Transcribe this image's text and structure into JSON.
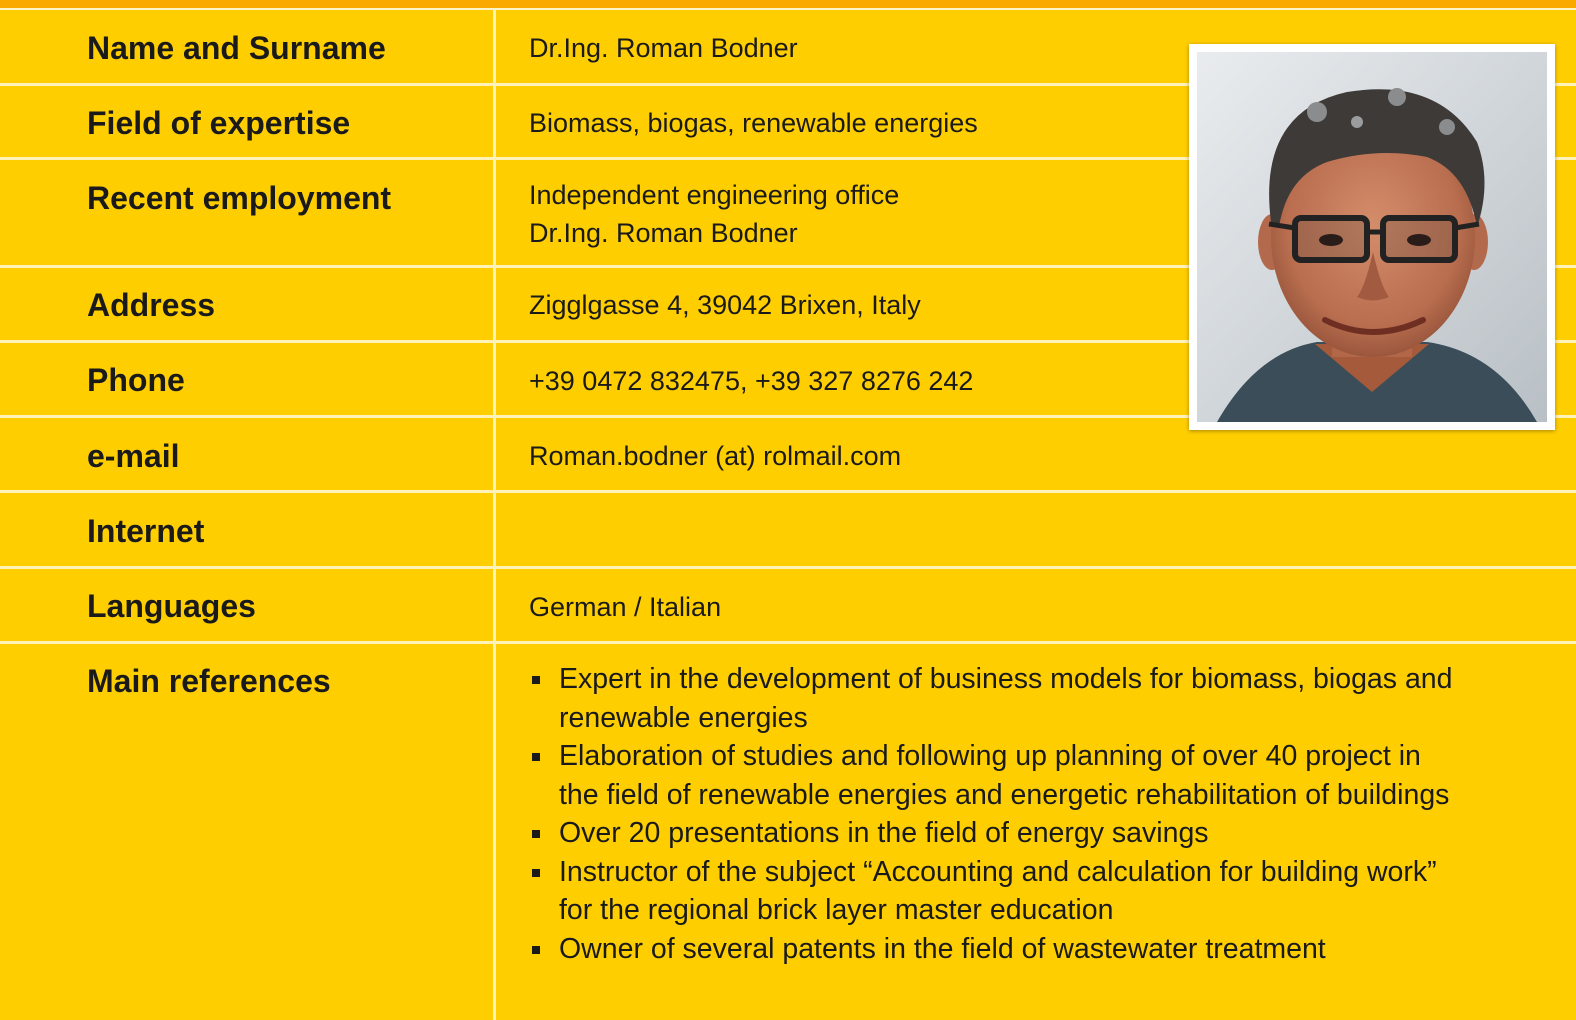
{
  "profile": {
    "rows": [
      {
        "label": "Name and Surname",
        "value": "Dr.Ing. Roman Bodner"
      },
      {
        "label": "Field of expertise",
        "value": "Biomass, biogas, renewable energies"
      },
      {
        "label": "Recent employment",
        "value_lines": [
          "Independent engineering office",
          "Dr.Ing. Roman Bodner"
        ]
      },
      {
        "label": "Address",
        "value": "Zigglgasse 4, 39042 Brixen, Italy"
      },
      {
        "label": "Phone",
        "value": "+39 0472 832475, +39 327 8276 242"
      },
      {
        "label": "e-mail",
        "value": "Roman.bodner (at) rolmail.com"
      },
      {
        "label": "Internet",
        "value": ""
      },
      {
        "label": "Languages",
        "value": "German / Italian"
      },
      {
        "label": "Main references",
        "value": ""
      }
    ],
    "references": [
      [
        "Expert in the development of business models for biomass, biogas and",
        "renewable energies"
      ],
      [
        "Elaboration of studies and following up planning of over 40 project in",
        "the field of renewable energies and energetic rehabilitation of buildings"
      ],
      [
        "Over 20 presentations in the field of energy savings"
      ],
      [
        "Instructor of the subject “Accounting and calculation for building work”",
        "for the regional brick layer master education"
      ],
      [
        "Owner of several patents in the field of wastewater treatment"
      ]
    ]
  },
  "colors": {
    "background": "#FFCE00",
    "top_rule": "#F9A900",
    "separator": "#FFF2B8",
    "text": "#1A1A1A"
  }
}
